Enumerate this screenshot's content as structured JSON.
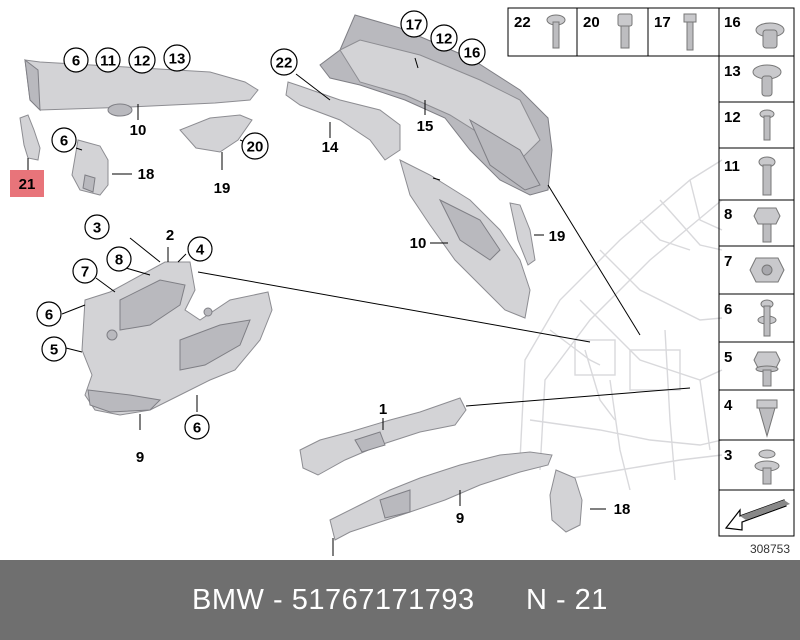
{
  "callouts": {
    "c6a": "6",
    "c11a": "11",
    "c12a": "12",
    "c13a": "13",
    "c10a": "10",
    "c6b": "6",
    "c18a": "18",
    "c21": "21",
    "c20a": "20",
    "c19a": "19",
    "c22a": "22",
    "c17a": "17",
    "c12b": "12",
    "c16a": "16",
    "c14": "14",
    "c15": "15",
    "c10b": "10",
    "c19b": "19",
    "c3a": "3",
    "c2": "2",
    "c4": "4",
    "c8a": "8",
    "c7a": "7",
    "c6c": "6",
    "c5a": "5",
    "c6d": "6",
    "c9a": "9",
    "c1": "1",
    "c9b": "9",
    "c18b": "18"
  },
  "fastener_top": [
    "22",
    "20",
    "17",
    "16"
  ],
  "fastener_side": [
    "13",
    "12",
    "11",
    "8",
    "7",
    "6",
    "5",
    "4",
    "3"
  ],
  "diagram_number": "308753",
  "colors": {
    "highlight": "#e8747a",
    "footer_bg": "#6f6f6f"
  },
  "footer": {
    "brand": "BMW",
    "sep1": " - ",
    "part_number": "51767171793",
    "gap": "      ",
    "n_label": "N - 21"
  }
}
